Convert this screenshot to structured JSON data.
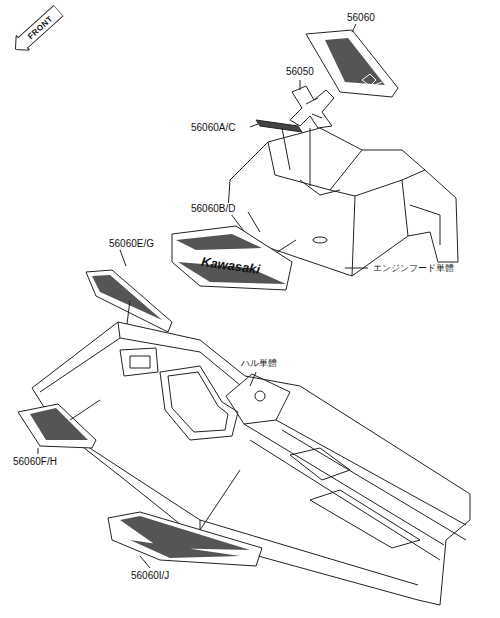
{
  "diagram": {
    "nodes": [
      {
        "text": [
          "FRONT"
        ]
      }
    ],
    "labels": [
      "56060",
      "56050",
      "56060A/C",
      "56060B/D",
      "Kawasaki",
      "エンジンフード単體",
      "56060E/G",
      "ハル単體",
      "56060F/H",
      "56060I/J"
    ]
  }
}
